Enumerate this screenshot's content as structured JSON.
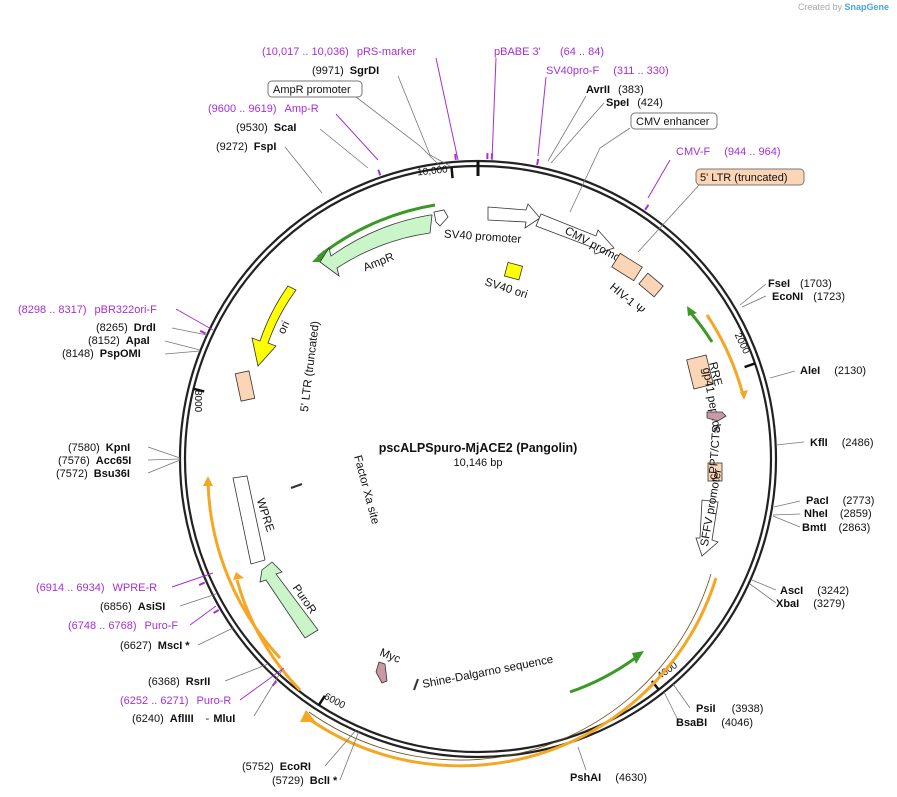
{
  "watermark": {
    "prefix": "Created by",
    "brand": "SnapGene"
  },
  "plasmid": {
    "name": "pscALPSpuro-MjACE2 (Pangolin)",
    "length_label": "10,146 bp",
    "length": 10146
  },
  "tick_labels": [
    {
      "pos": 10000,
      "label": "10,000"
    },
    {
      "pos": 2000,
      "label": "2000"
    },
    {
      "pos": 4000,
      "label": "4000"
    },
    {
      "pos": 6000,
      "label": "6000"
    },
    {
      "pos": 8000,
      "label": "8000"
    }
  ],
  "sites_left": [
    {
      "num": "(9971)",
      "name": "SgrDI",
      "pos": 9971
    },
    {
      "num": "(9530)",
      "name": "ScaI",
      "pos": 9530
    },
    {
      "num": "(9272)",
      "name": "FspI",
      "pos": 9272
    },
    {
      "num": "(8265)",
      "name": "DrdI",
      "pos": 8265
    },
    {
      "num": "(8152)",
      "name": "ApaI",
      "pos": 8152
    },
    {
      "num": "(8148)",
      "name": "PspOMI",
      "pos": 8148
    },
    {
      "num": "(7580)",
      "name": "KpnI",
      "pos": 7580
    },
    {
      "num": "(7576)",
      "name": "Acc65I",
      "pos": 7576
    },
    {
      "num": "(7572)",
      "name": "Bsu36I",
      "pos": 7572
    },
    {
      "num": "(6856)",
      "name": "AsiSI",
      "pos": 6856
    },
    {
      "num": "(6627)",
      "name": "MscI *",
      "pos": 6627
    },
    {
      "num": "(6368)",
      "name": "RsrII",
      "pos": 6368
    },
    {
      "num": "(6240)",
      "name": "AflIII",
      "pos": 6240
    },
    {
      "num": "(5752)",
      "name": "EcoRI",
      "pos": 5752
    },
    {
      "num": "(5729)",
      "name": "BclI *",
      "pos": 5729
    }
  ],
  "sites_right": [
    {
      "name": "AvrII",
      "num": "(383)",
      "pos": 383
    },
    {
      "name": "SpeI",
      "num": "(424)",
      "pos": 424
    },
    {
      "name": "FseI",
      "num": "(1703)",
      "pos": 1703
    },
    {
      "name": "EcoNI",
      "num": "(1723)",
      "pos": 1723
    },
    {
      "name": "AleI",
      "num": "(2130)",
      "pos": 2130
    },
    {
      "name": "KflI",
      "num": "(2486)",
      "pos": 2486
    },
    {
      "name": "PacI",
      "num": "(2773)",
      "pos": 2773
    },
    {
      "name": "NheI",
      "num": "(2859)",
      "pos": 2859
    },
    {
      "name": "BmtI",
      "num": "(2863)",
      "pos": 2863
    },
    {
      "name": "AscI",
      "num": "(3242)",
      "pos": 3242
    },
    {
      "name": "XbaI",
      "num": "(3279)",
      "pos": 3279
    },
    {
      "name": "PsiI",
      "num": "(3938)",
      "pos": 3938
    },
    {
      "name": "BsaBI",
      "num": "(4046)",
      "pos": 4046
    },
    {
      "name": "PshAI",
      "num": "(4630)",
      "pos": 4630
    }
  ],
  "mlui": {
    "name": "MluI",
    "prefix": "-"
  },
  "primers": [
    {
      "range": "(10,017 .. 10,036)",
      "name": "pRS-marker",
      "pos": 10026
    },
    {
      "range": "",
      "name": "pBABE 3'",
      "pos": 50
    },
    {
      "range": "(311 .. 330)",
      "name": "SV40pro-F",
      "pos": 320
    },
    {
      "range": "(64 .. 84)",
      "name": "",
      "pos": 74
    },
    {
      "range": "(944 .. 964)",
      "name": "CMV-F",
      "pos": 954
    },
    {
      "range": "(9600 .. 9619)",
      "name": "Amp-R",
      "pos": 9610
    },
    {
      "range": "(8298 .. 8317)",
      "name": "pBR322ori-F",
      "pos": 8307
    },
    {
      "range": "(6914 .. 6934)",
      "name": "WPRE-R",
      "pos": 6924
    },
    {
      "range": "(6748 .. 6768)",
      "name": "Puro-F",
      "pos": 6758
    },
    {
      "range": "(6252 .. 6271)",
      "name": "Puro-R",
      "pos": 6262
    }
  ],
  "boxed_labels": [
    {
      "text": "AmpR promoter",
      "style": "plain"
    },
    {
      "text": "CMV enhancer",
      "style": "plain"
    },
    {
      "text": "5' LTR (truncated)",
      "style": "peach"
    }
  ],
  "features": [
    {
      "name": "SV40 promoter"
    },
    {
      "name": "CMV promoter"
    },
    {
      "name": "HIV-1 Ψ"
    },
    {
      "name": "SV40 ori"
    },
    {
      "name": "AmpR"
    },
    {
      "name": "ori"
    },
    {
      "name": "5' LTR (truncated)"
    },
    {
      "name": "RRE"
    },
    {
      "name": "gp41 peptide"
    },
    {
      "name": "cPPT/CTS"
    },
    {
      "name": "SFFV promoter"
    },
    {
      "name": "Factor Xa site"
    },
    {
      "name": "WPRE"
    },
    {
      "name": "PuroR"
    },
    {
      "name": "Myc"
    },
    {
      "name": "Shine-Dalgarno sequence"
    }
  ],
  "colors": {
    "backbone": "#222222",
    "primer": "#a52fd6",
    "orf_orange": "#f5a623",
    "orf_fill": "#fde3b3",
    "green_arrow": "#3b9a25",
    "ampr_fill": "#c9f5c9",
    "ori_fill": "#ffff00",
    "ltr_fill": "#fbd5b5",
    "sv40_ori_fill": "#ffff00",
    "myc_fill": "#c99aa6"
  }
}
